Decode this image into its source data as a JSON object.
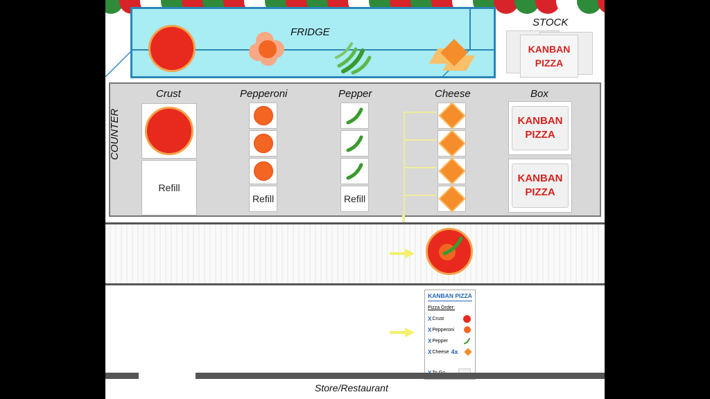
{
  "labels": {
    "fridge": "FRIDGE",
    "stock": "STOCK",
    "counter": "COUNTER",
    "store": "Store/Restaurant"
  },
  "brand": {
    "line1": "KANBAN",
    "line2": "PIZZA"
  },
  "columns": [
    {
      "title": "Crust",
      "refill": "Refill"
    },
    {
      "title": "Pepperoni",
      "refill": "Refill"
    },
    {
      "title": "Pepper",
      "refill": "Refill"
    },
    {
      "title": "Cheese"
    },
    {
      "title": "Box"
    }
  ],
  "order": {
    "title": "KANBAN PIZZA",
    "heading": "Pizza Order:",
    "items": [
      {
        "mark": "X",
        "label": "Crust",
        "icon": "crust-icon"
      },
      {
        "mark": "X",
        "label": "Pepperoni",
        "icon": "pepperoni-icon"
      },
      {
        "mark": "X",
        "label": "Pepper",
        "icon": "pepper-icon"
      },
      {
        "mark": "X",
        "label": "Cheese",
        "qty": "4x",
        "icon": "cheese-icon"
      },
      {
        "mark": "X",
        "label": "To Go",
        "icon": "box-icon"
      }
    ]
  },
  "colors": {
    "awning_red": "#d9232a",
    "awning_green": "#2e8b3a",
    "awning_white": "#ffffff",
    "crust": "#e8291d",
    "pepperoni": "#f26522",
    "pepper": "#3a9a2e",
    "cheese": "#f58d2b",
    "fridge_bg": "#a8ecf4",
    "fridge_frame": "#2a86b8",
    "counter_bg": "#d8d8d8",
    "brand_red": "#d6231e",
    "order_blue": "#2463b4",
    "arrow_yellow": "#f4f06a"
  }
}
